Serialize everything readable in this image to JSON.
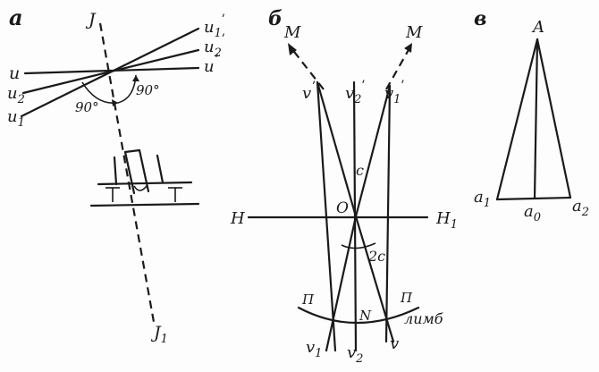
{
  "panel_a": {
    "tag": "a",
    "labels": {
      "top_axis": "J",
      "bottom_axis": "J",
      "bottom_axis_sub": "1",
      "u": "u",
      "u_prime": "u",
      "u2": "u",
      "u2_sub": "2",
      "u2_prime": "u",
      "u2_prime_sub": "2",
      "u1": "u",
      "u1_sub": "1",
      "u1_prime": "u",
      "u1_prime_sub": "1",
      "prime_mark": "ʹ",
      "angle_left": "90°",
      "angle_right": "90°"
    }
  },
  "panel_b": {
    "tag": "б",
    "labels": {
      "m_left": "M",
      "m_right": "M",
      "v_prime": "v",
      "v2_prime": "v",
      "v2_prime_sub": "2",
      "v1_prime": "v",
      "v1_prime_sub": "1",
      "prime_mark": "ʹ",
      "c": "c",
      "o": "O",
      "h": "H",
      "h1": "H",
      "h1_sub": "1",
      "two_c": "2c",
      "p_left": "П",
      "p_right": "П",
      "n": "N",
      "limb": "лимб",
      "v1": "v",
      "v1_sub": "1",
      "v2": "v",
      "v2_sub": "2",
      "v_bottom": "v"
    }
  },
  "panel_c": {
    "tag": "в",
    "labels": {
      "apex": "A",
      "a1": "a",
      "a1_sub": "1",
      "a0": "a",
      "a0_sub": "0",
      "a2": "a",
      "a2_sub": "2"
    }
  }
}
